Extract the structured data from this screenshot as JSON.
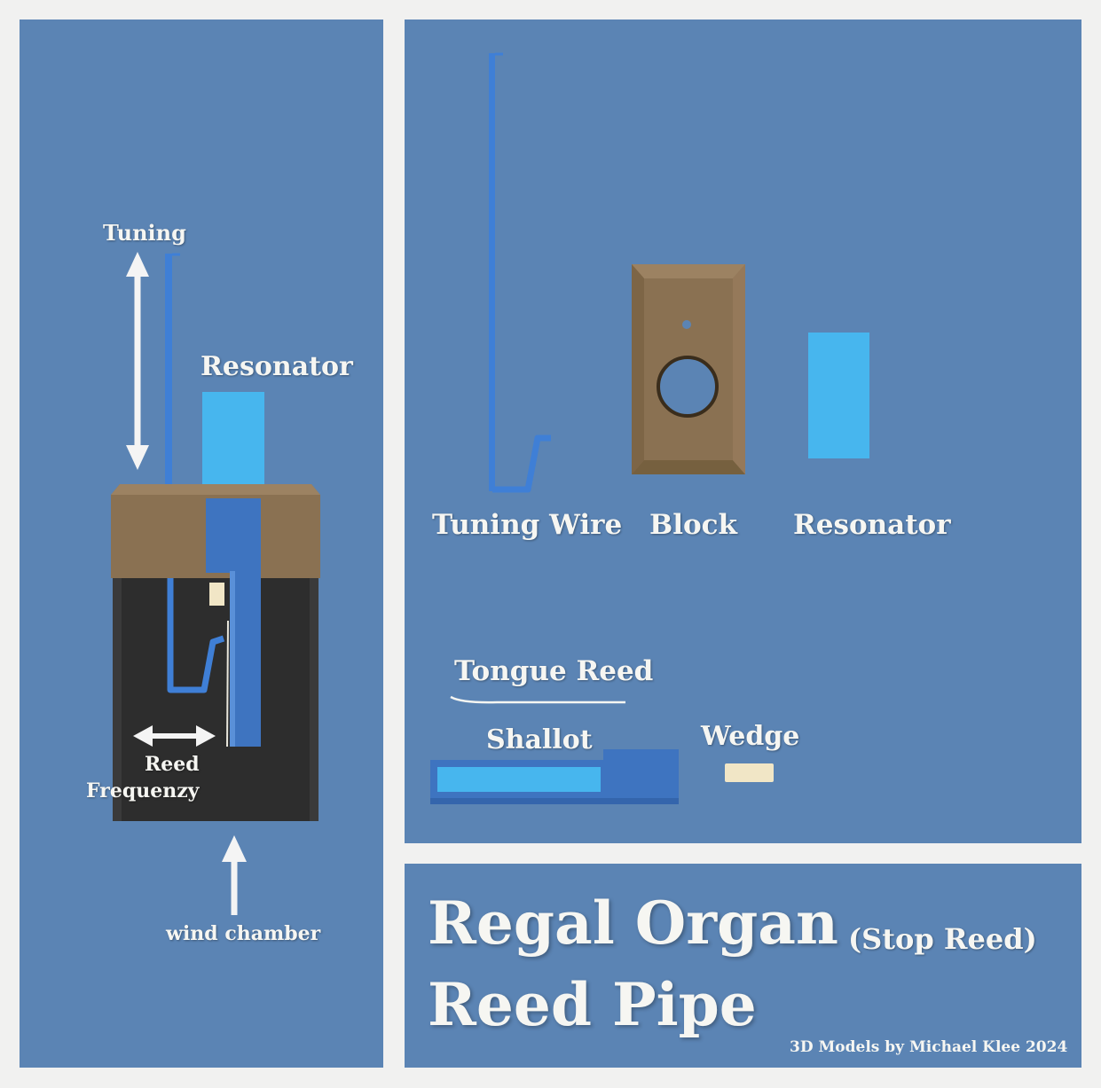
{
  "left_panel": {
    "tuning": "Tuning",
    "resonator": "Resonator",
    "reed_line1": "Reed",
    "reed_line2": "Frequenzy",
    "wind_chamber": "wind chamber"
  },
  "parts_panel": {
    "tuning_wire": "Tuning Wire",
    "block": "Block",
    "resonator": "Resonator",
    "tongue_reed": "Tongue Reed",
    "shallot": "Shallot",
    "wedge": "Wedge"
  },
  "title_panel": {
    "line1": "Regal Organ",
    "subtitle": "(Stop Reed)",
    "line2": "Reed Pipe",
    "credit": "3D Models by Michael Klee 2024"
  },
  "colors": {
    "background": "#f1f1f0",
    "panel": "#5b84b4",
    "wire": "#3f7fd6",
    "block": "#8a7152",
    "resonator": "#47b6ee",
    "wind_chamber": "#2e2e2e",
    "wedge": "#f1e6c6"
  }
}
